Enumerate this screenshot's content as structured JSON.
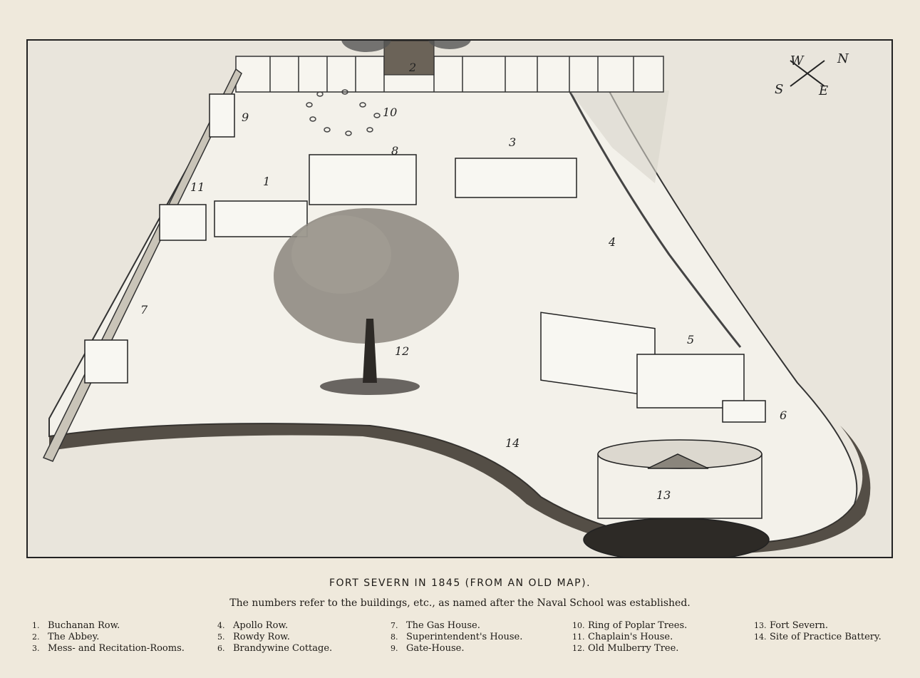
{
  "compass": {
    "w": "W",
    "n": "N",
    "s": "S",
    "e": "E"
  },
  "map_labels": [
    "1",
    "2",
    "3",
    "4",
    "5",
    "6",
    "7",
    "8",
    "9",
    "10",
    "11",
    "12",
    "13",
    "14"
  ],
  "caption": {
    "title": "FORT SEVERN IN 1845 (FROM AN OLD MAP).",
    "subtitle": "The numbers refer to the buildings, etc., as named after the Naval School was established."
  },
  "legend": [
    [
      {
        "num": "1.",
        "text": "Buchanan Row."
      },
      {
        "num": "2.",
        "text": "The Abbey."
      },
      {
        "num": "3.",
        "text": "Mess- and Recitation-Rooms."
      }
    ],
    [
      {
        "num": "4.",
        "text": "Apollo Row."
      },
      {
        "num": "5.",
        "text": "Rowdy Row."
      },
      {
        "num": "6.",
        "text": "Brandywine Cottage."
      }
    ],
    [
      {
        "num": "7.",
        "text": "The Gas House."
      },
      {
        "num": "8.",
        "text": "Superintendent's House."
      },
      {
        "num": "9.",
        "text": "Gate-House."
      }
    ],
    [
      {
        "num": "10.",
        "text": "Ring of Poplar Trees."
      },
      {
        "num": "11.",
        "text": "Chaplain's House."
      },
      {
        "num": "12.",
        "text": "Old Mulberry Tree."
      }
    ],
    [
      {
        "num": "13.",
        "text": "Fort Severn."
      },
      {
        "num": "14.",
        "text": "Site of Practice Battery."
      }
    ]
  ]
}
